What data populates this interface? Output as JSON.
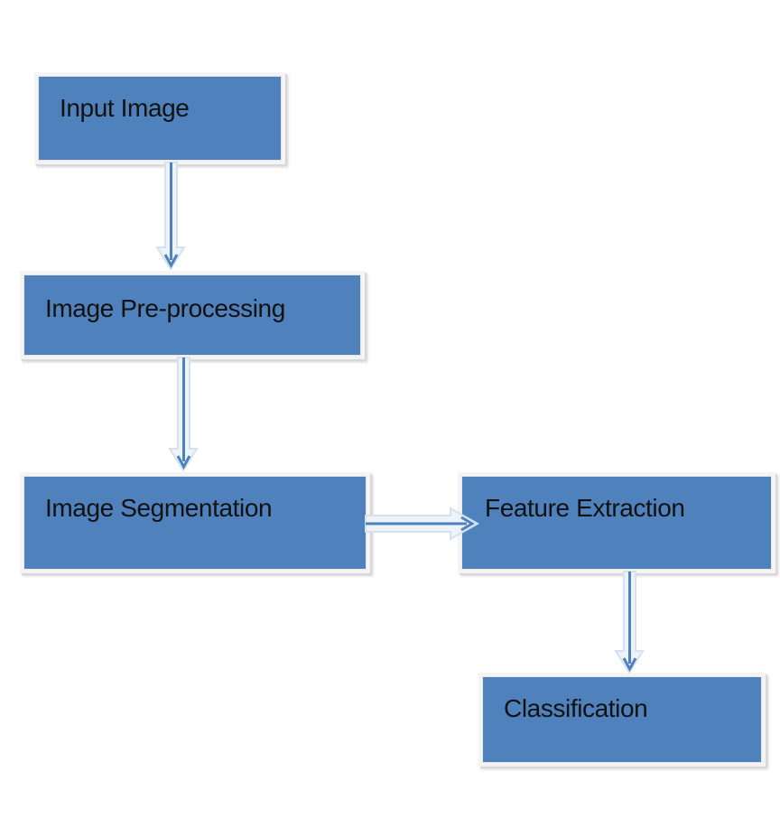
{
  "diagram": {
    "nodes": [
      {
        "id": "input",
        "label": "Input Image"
      },
      {
        "id": "preprocessing",
        "label": "Image Pre-processing"
      },
      {
        "id": "segmentation",
        "label": "Image Segmentation"
      },
      {
        "id": "feature",
        "label": "Feature Extraction"
      },
      {
        "id": "classification",
        "label": "Classification"
      }
    ],
    "edges": [
      {
        "from": "Input Image",
        "to": "Image Pre-processing"
      },
      {
        "from": "Image Pre-processing",
        "to": "Image Segmentation"
      },
      {
        "from": "Image Segmentation",
        "to": "Feature Extraction"
      },
      {
        "from": "Feature Extraction",
        "to": "Classification"
      }
    ],
    "colors": {
      "box_fill": "#4f81bd",
      "box_border": "#f4f4f4",
      "arrow_fill": "#eef3fb",
      "arrow_line": "#4f81bd",
      "text": "#111111"
    }
  }
}
